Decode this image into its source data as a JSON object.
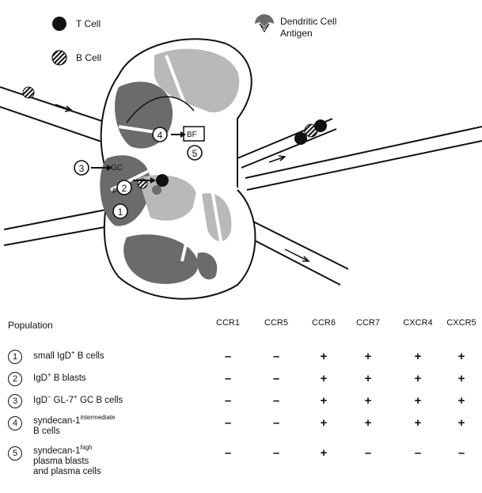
{
  "legend": {
    "t_cell": "T Cell",
    "b_cell": "B Cell",
    "dendritic_line1": "Dendritic Cell",
    "dendritic_line2": "Antigen"
  },
  "diagram_labels": {
    "gc_label": "GC",
    "f_label": "F",
    "bf_label": "BF"
  },
  "table": {
    "population_header": "Population",
    "columns": [
      "CCR1",
      "CCR5",
      "CCR6",
      "CCR7",
      "CXCR4",
      "CXCR5"
    ],
    "rows": [
      {
        "num": "1",
        "line1_pre": "small IgD",
        "line1_sup": "+",
        "line1_post": " B cells",
        "line2_pre": "",
        "line2_sup": "",
        "line3": "",
        "values": [
          "–",
          "–",
          "+",
          "+",
          "+",
          "+"
        ]
      },
      {
        "num": "2",
        "line1_pre": "IgD",
        "line1_sup": "+",
        "line1_post": " B blasts",
        "line2_pre": "",
        "line2_sup": "",
        "line3": "",
        "values": [
          "–",
          "–",
          "+",
          "+",
          "+",
          "+"
        ]
      },
      {
        "num": "3",
        "line1_pre": "IgD",
        "line1_sup": "–",
        "line1_post": " GL-7",
        "line1_sup2": "+",
        "line1_post2": " GC B cells",
        "line2_pre": "",
        "line2_sup": "",
        "line3": "",
        "values": [
          "–",
          "–",
          "+",
          "+",
          "+",
          "+"
        ]
      },
      {
        "num": "4",
        "line1_pre": "syndecan-1",
        "line1_sup": "intermediate",
        "line1_post": "",
        "line2_pre": "B cells",
        "line2_sup": "",
        "line3": "",
        "values": [
          "–",
          "–",
          "+",
          "+",
          "+",
          "+"
        ]
      },
      {
        "num": "5",
        "line1_pre": "syndecan-1",
        "line1_sup": "high",
        "line1_post": "",
        "line2_pre": "plasma blasts",
        "line2_sup": "",
        "line3": "and plasma cells",
        "values": [
          "–",
          "–",
          "+",
          "–",
          "–",
          "–"
        ]
      }
    ]
  },
  "colors": {
    "dark_gray": "#6b6b6b",
    "light_gray": "#b9b9b9",
    "black": "#111111"
  }
}
